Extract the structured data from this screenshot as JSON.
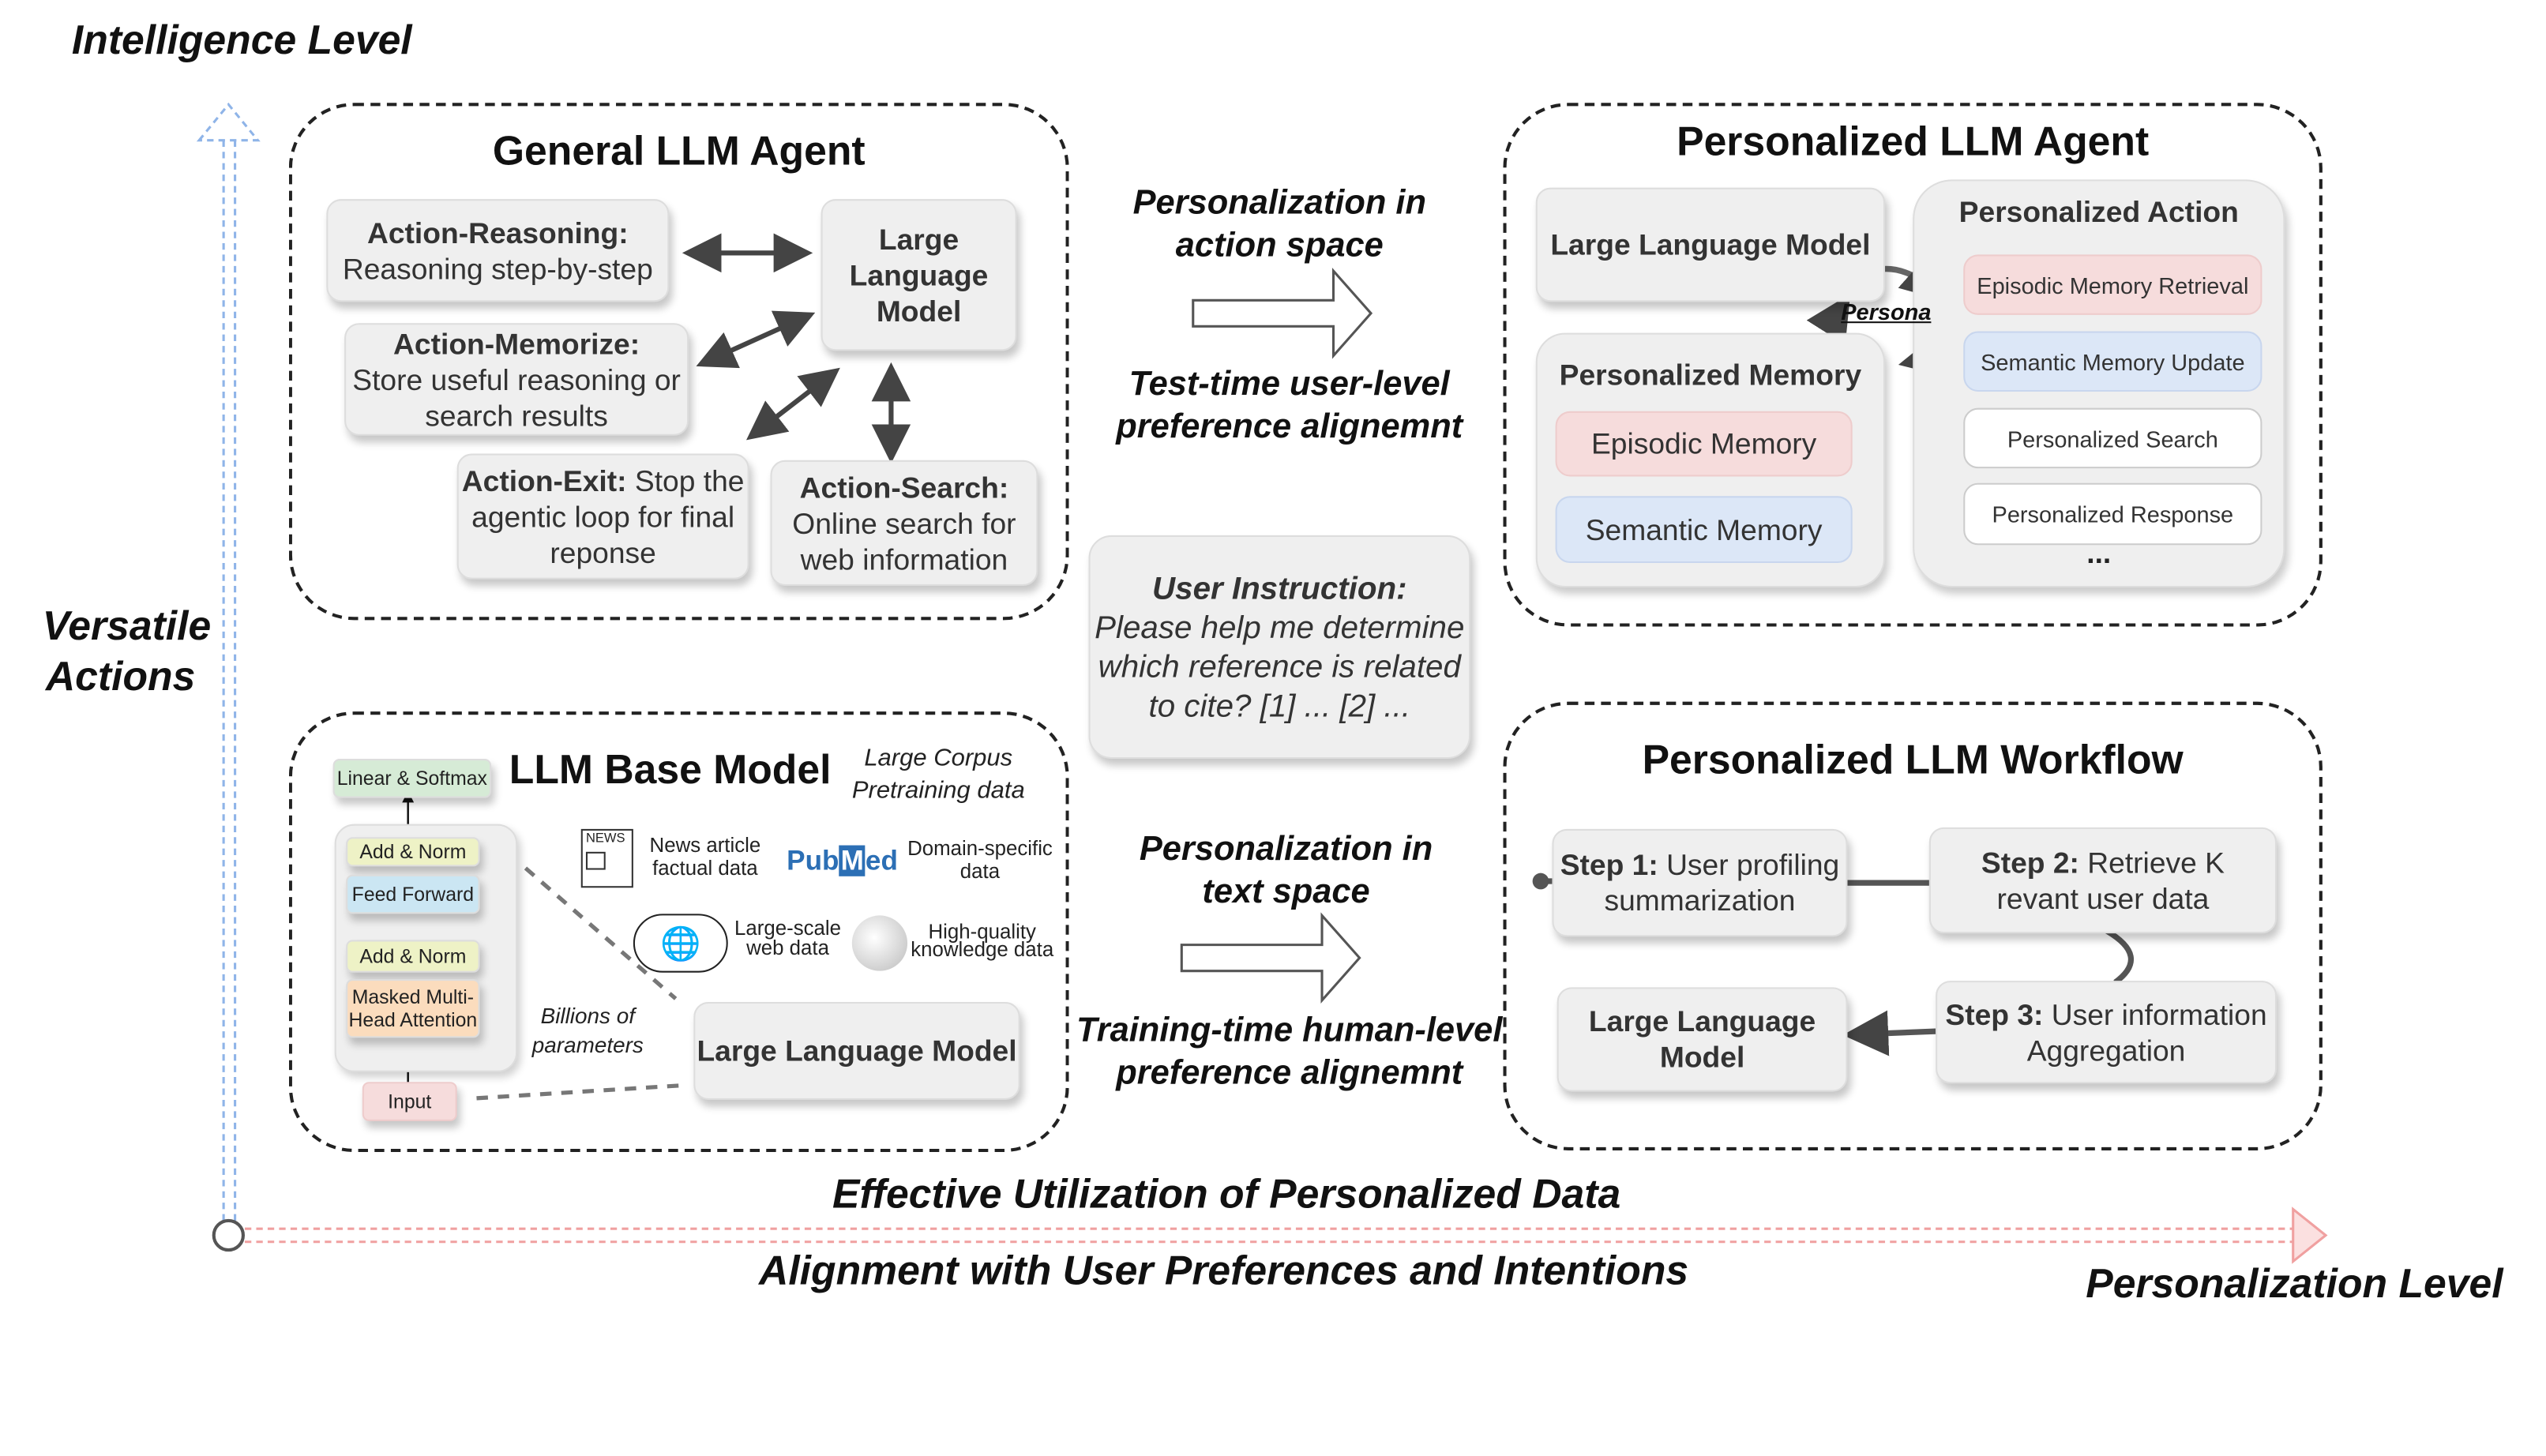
{
  "axes": {
    "y_title": "Intelligence Level",
    "y_label": [
      "Versatile",
      "Actions"
    ],
    "x_title": "Personalization Level",
    "x_top": "Effective Utilization of Personalized Data",
    "x_bottom": "Alignment with User Preferences and Intentions"
  },
  "general_agent": {
    "title": "General LLM Agent",
    "llm": "Large Language Model",
    "reasoning": {
      "head": "Action-Reasoning:",
      "body": "Reasoning step-by-step"
    },
    "memorize": {
      "head": "Action-Memorize:",
      "body": "Store useful reasoning or search results"
    },
    "exit": {
      "head": "Action-Exit:",
      "body": " Stop the agentic loop for final reponse"
    },
    "search": {
      "head": "Action-Search:",
      "body": "Online search for web information"
    }
  },
  "middle": {
    "action_space": [
      "Personalization in",
      "action space"
    ],
    "test_time": [
      "Test-time user-level",
      "preference alignemnt"
    ],
    "instruction": {
      "head": "User Instruction:",
      "body": "Please help me determine which reference is related to cite? [1] ... [2] ..."
    },
    "text_space": [
      "Personalization in",
      "text space"
    ],
    "training_time": [
      "Training-time human-level",
      "preference alignemnt"
    ]
  },
  "base_model": {
    "title": "LLM Base Model",
    "corpus": [
      "Large Corpus",
      "Pretraining data"
    ],
    "layers": {
      "linear": "Linear & Softmax",
      "add_norm": "Add & Norm",
      "ffn": "Feed Forward",
      "attn": "Masked Multi-Head Attention",
      "input": "Input"
    },
    "billions": [
      "Billions of",
      "parameters"
    ],
    "llm": "Large Language Model",
    "sources": {
      "news_icon": "NEWS",
      "news": [
        "News article",
        "factual data"
      ],
      "pubmed_logo": "PubMed",
      "domain": [
        "Domain-specific",
        "data"
      ],
      "web": [
        "Large-scale",
        "web data"
      ],
      "wiki": [
        "High-quality",
        "knowledge data"
      ]
    }
  },
  "personal_agent": {
    "title": "Personalized LLM Agent",
    "llm": "Large Language Model",
    "persona": "Persona",
    "memory": {
      "title": "Personalized Memory",
      "items": [
        "Episodic Memory",
        "Semantic Memory"
      ]
    },
    "action": {
      "title": "Personalized Action",
      "items": [
        "Episodic Memory Retrieval",
        "Semantic Memory Update",
        "Personalized Search",
        "Personalized Response"
      ],
      "more": "..."
    }
  },
  "workflow": {
    "title": "Personalized LLM Workflow",
    "step1": {
      "head": "Step 1:",
      "body": " User profiling summarization"
    },
    "step2": {
      "head": "Step 2:",
      "body": " Retrieve K revant user data"
    },
    "step3": {
      "head": "Step 3:",
      "body": " User information Aggregation"
    },
    "llm": "Large Language Model"
  },
  "colors": {
    "episodic": "#f6dcdc",
    "semantic": "#dce7f7",
    "box": "#efefef",
    "y_axis": "#8fb4e8",
    "x_axis": "#f0a0a0"
  }
}
